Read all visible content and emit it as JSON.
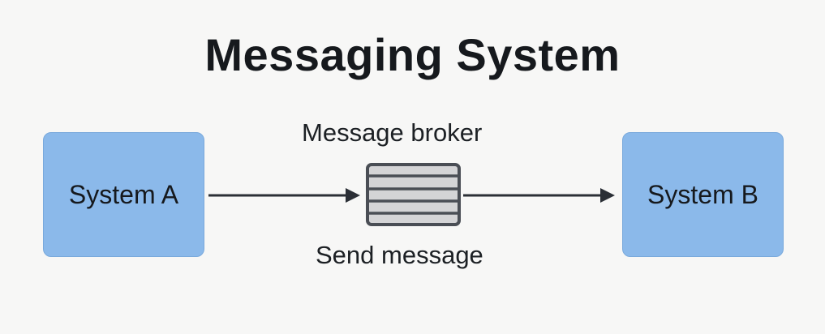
{
  "diagram": {
    "title": "Messaging System",
    "system_a": {
      "label": "System A"
    },
    "system_b": {
      "label": "System B"
    },
    "broker": {
      "label": "Message broker"
    },
    "flow": {
      "label": "Send message"
    }
  },
  "colors": {
    "background": "#f7f7f6",
    "system_box_fill": "#8bb9ea",
    "arrow": "#2b2f36",
    "queue_fill": "#d4d4d6",
    "queue_stroke": "#4a4e55"
  }
}
